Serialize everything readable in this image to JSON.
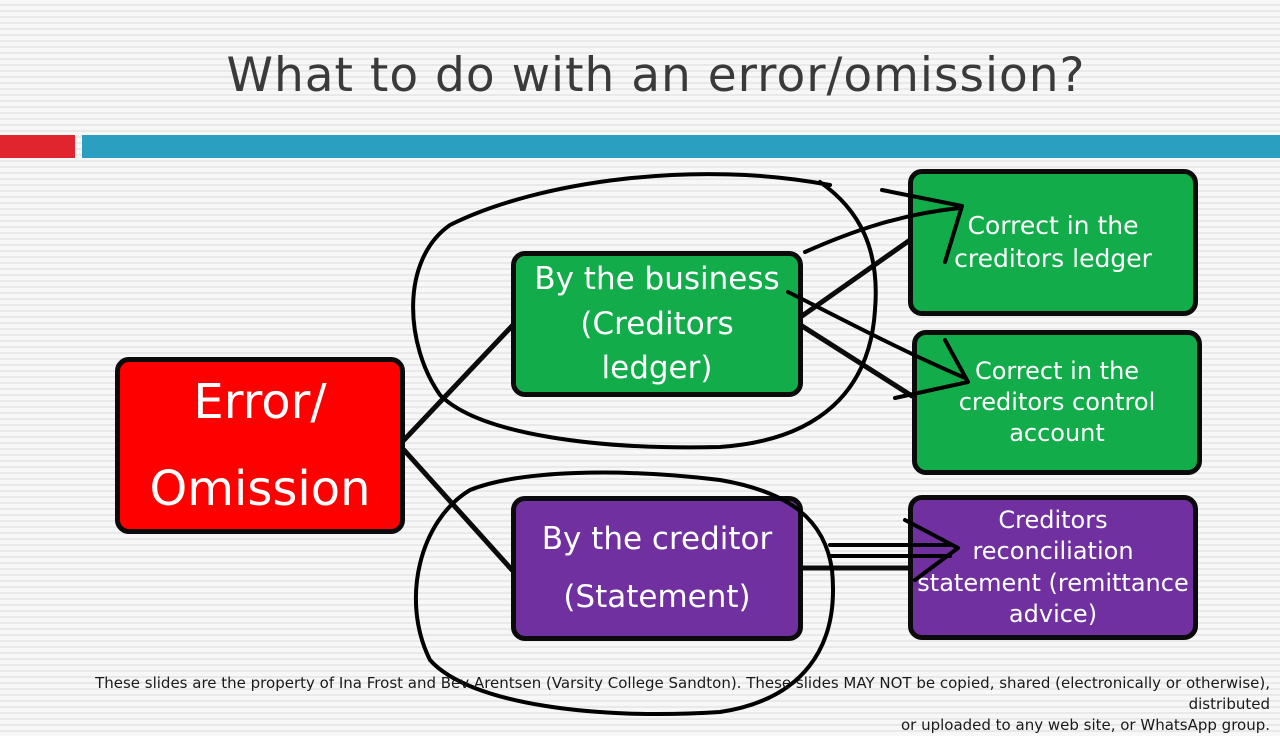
{
  "slide": {
    "title": "What to do with an error/omission?",
    "colors": {
      "accent_red": "#e0252e",
      "accent_teal": "#2a9fbf",
      "node_red": "#ff0000",
      "node_green": "#12ad4a",
      "node_purple": "#7030a0",
      "outline": "#0b0b0b"
    }
  },
  "nodes": {
    "error": {
      "line1": "Error/",
      "line2": "Omission"
    },
    "business": {
      "line1": "By the business",
      "line2": "(Creditors",
      "line3": "ledger)"
    },
    "creditor": {
      "line1": "By the creditor",
      "line2": "(Statement)"
    },
    "ledger": {
      "line1": "Correct in the",
      "line2": "creditors ledger"
    },
    "control": {
      "line1": "Correct in the",
      "line2": "creditors control",
      "line3": "account"
    },
    "recon": {
      "line1": "Creditors",
      "line2": "reconciliation",
      "line3": "statement (remittance",
      "line4": "advice)"
    }
  },
  "footer": {
    "line1": "These slides are the property of Ina Frost and Bev Arentsen (Varsity College Sandton).  These slides MAY NOT be copied, shared (electronically or otherwise), distributed",
    "line2": "or uploaded to any web site, or WhatsApp group."
  }
}
